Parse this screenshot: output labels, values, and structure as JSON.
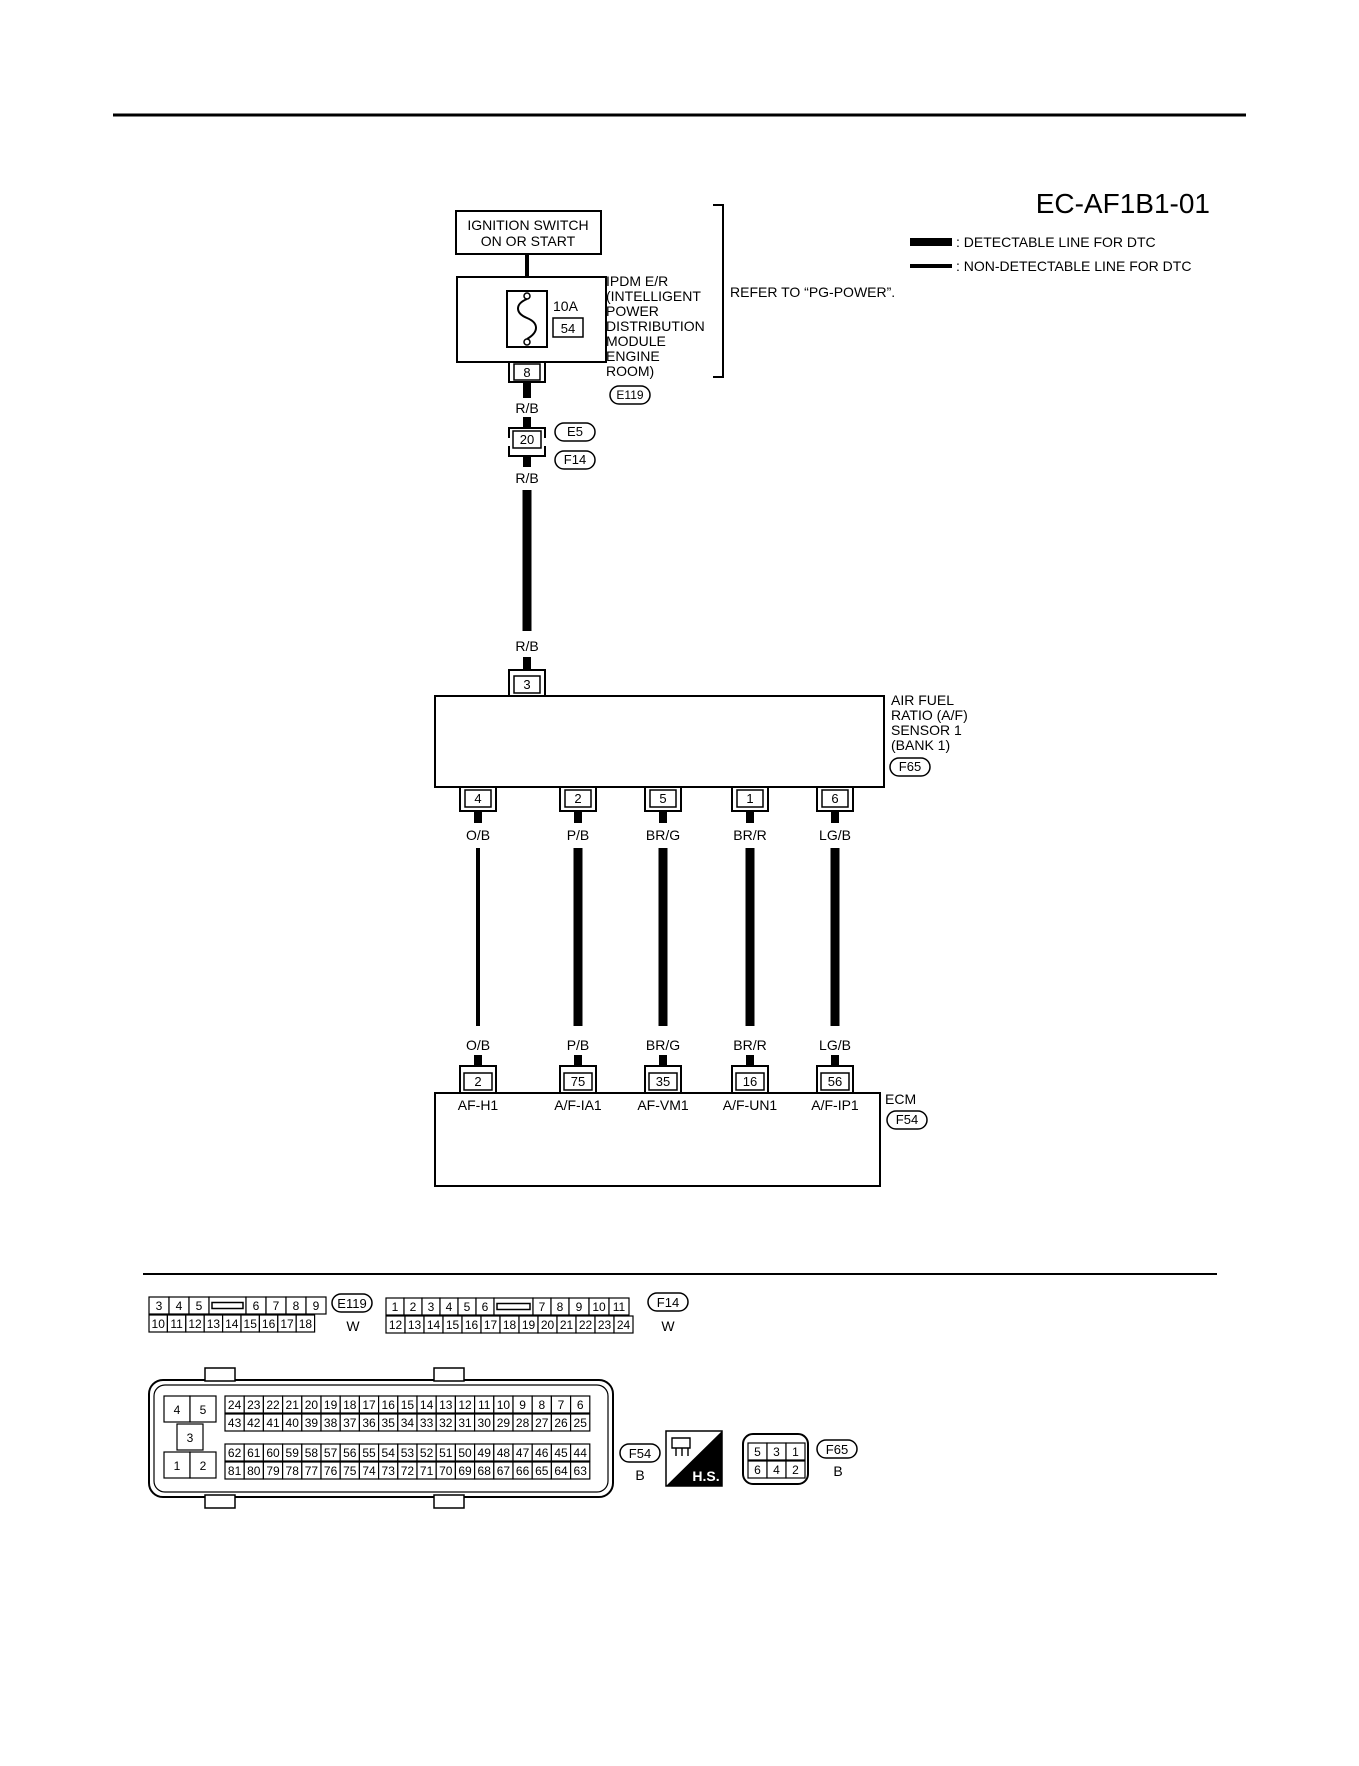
{
  "diagram": {
    "code": "EC-AF1B1-01",
    "legend": {
      "detectable": ": DETECTABLE LINE FOR DTC",
      "non_detectable": ": NON-DETECTABLE LINE FOR DTC"
    },
    "refer_note": "REFER TO “PG-POWER”.",
    "ignition": {
      "line1": "IGNITION SWITCH",
      "line2": "ON OR START"
    },
    "ipdm": {
      "label_lines": [
        "IPDM E/R",
        "(INTELLIGENT",
        "POWER",
        "DISTRIBUTION",
        "MODULE",
        "ENGINE",
        "ROOM)"
      ],
      "fuse_rating": "10A",
      "fuse_number": "54",
      "terminal": "8",
      "connector": "E119"
    },
    "harness_joint": {
      "terminal": "20",
      "connector_top": "E5",
      "connector_bottom": "F14"
    },
    "wire_rb": "R/B",
    "sensor": {
      "label_lines": [
        "AIR FUEL",
        "RATIO (A/F)",
        "SENSOR 1",
        "(BANK 1)"
      ],
      "connector": "F65",
      "power_terminal": "3"
    },
    "wires": [
      {
        "sensor_pin": "4",
        "color": "O/B",
        "ecm_pin": "2",
        "ecm_label": "AF-H1",
        "detectable": false
      },
      {
        "sensor_pin": "2",
        "color": "P/B",
        "ecm_pin": "75",
        "ecm_label": "A/F-IA1",
        "detectable": true
      },
      {
        "sensor_pin": "5",
        "color": "BR/G",
        "ecm_pin": "35",
        "ecm_label": "AF-VM1",
        "detectable": true
      },
      {
        "sensor_pin": "1",
        "color": "BR/R",
        "ecm_pin": "16",
        "ecm_label": "A/F-UN1",
        "detectable": true
      },
      {
        "sensor_pin": "6",
        "color": "LG/B",
        "ecm_pin": "56",
        "ecm_label": "A/F-IP1",
        "detectable": true
      }
    ],
    "ecm": {
      "label": "ECM",
      "connector": "F54"
    },
    "connector_views": {
      "e119": {
        "id": "E119",
        "color": "W",
        "row1": [
          "3",
          "4",
          "5",
          "",
          "6",
          "7",
          "8",
          "9"
        ],
        "row2": [
          "10",
          "11",
          "12",
          "13",
          "14",
          "15",
          "16",
          "17",
          "18"
        ]
      },
      "f14": {
        "id": "F14",
        "color": "W",
        "row1": [
          "1",
          "2",
          "3",
          "4",
          "5",
          "6",
          "",
          "7",
          "8",
          "9",
          "10",
          "11"
        ],
        "row2": [
          "12",
          "13",
          "14",
          "15",
          "16",
          "17",
          "18",
          "19",
          "20",
          "21",
          "22",
          "23",
          "24"
        ]
      },
      "f54": {
        "id": "F54",
        "color": "B",
        "left": [
          "4",
          "5",
          "3",
          "1",
          "2"
        ],
        "row1": [
          "24",
          "23",
          "22",
          "21",
          "20",
          "19",
          "18",
          "17",
          "16",
          "15",
          "14",
          "13",
          "12",
          "11",
          "10",
          "9",
          "8",
          "7",
          "6"
        ],
        "row2": [
          "43",
          "42",
          "41",
          "40",
          "39",
          "38",
          "37",
          "36",
          "35",
          "34",
          "33",
          "32",
          "31",
          "30",
          "29",
          "28",
          "27",
          "26",
          "25"
        ],
        "row3": [
          "62",
          "61",
          "60",
          "59",
          "58",
          "57",
          "56",
          "55",
          "54",
          "53",
          "52",
          "51",
          "50",
          "49",
          "48",
          "47",
          "46",
          "45",
          "44"
        ],
        "row4": [
          "81",
          "80",
          "79",
          "78",
          "77",
          "76",
          "75",
          "74",
          "73",
          "72",
          "71",
          "70",
          "69",
          "68",
          "67",
          "66",
          "65",
          "64",
          "63"
        ]
      },
      "f65": {
        "id": "F65",
        "color": "B",
        "row1": [
          "5",
          "3",
          "1"
        ],
        "row2": [
          "6",
          "4",
          "2"
        ]
      },
      "hs_label": "H.S."
    }
  }
}
